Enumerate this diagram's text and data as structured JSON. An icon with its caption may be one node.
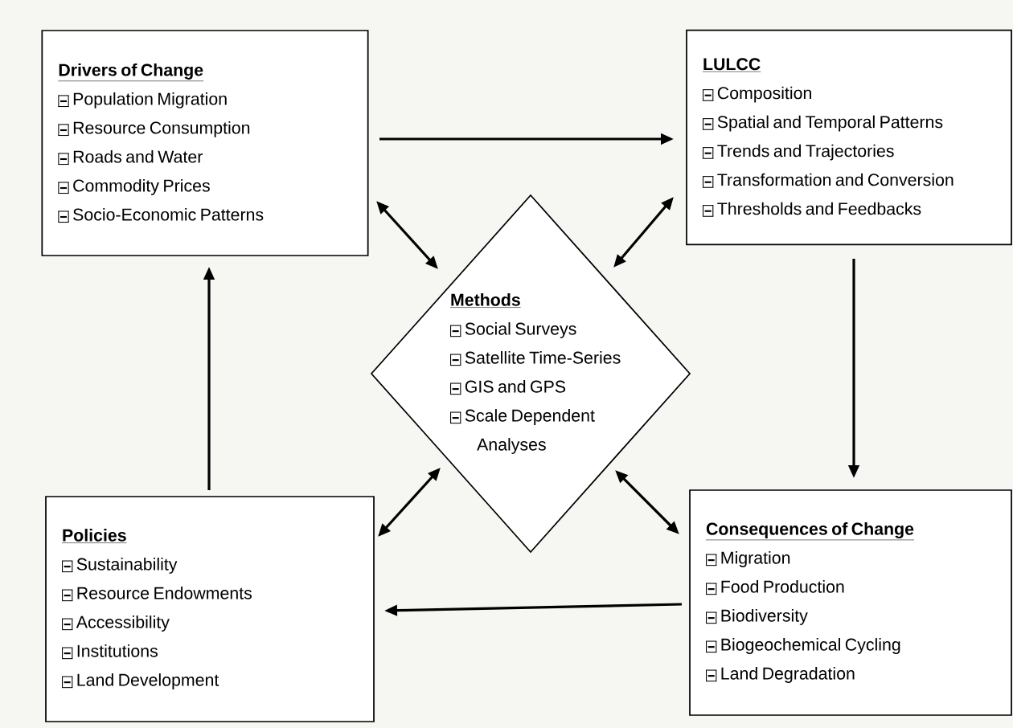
{
  "diagram": {
    "nodes": [
      {
        "text": [
          "Drivers of Change",
          "Population Migration",
          "Resource Consumption",
          "Roads and Water",
          "Commodity Prices",
          "Socio-Economic Patterns"
        ]
      },
      {
        "text": [
          "LULCC",
          "Composition",
          "Spatial and Temporal Patterns",
          "Trends and Trajectories",
          "Transformation and Conversion",
          "Thresholds and Feedbacks"
        ]
      },
      {
        "text": [
          "Methods",
          "Social Surveys",
          "Satellite Time-Series",
          "GIS and GPS",
          "Scale Dependent Analyses"
        ]
      },
      {
        "text": [
          "Policies",
          "Sustainability",
          "Resource Endowments",
          "Accessibility",
          "Institutions",
          "Land Development"
        ]
      },
      {
        "text": [
          "Consequences of Change",
          "Migration",
          "Food Production",
          "Biodiversity",
          "Biogeochemical Cycling",
          "Land Degradation"
        ]
      }
    ],
    "edges": [
      {
        "from": 0,
        "to": 1,
        "arrow": "to"
      },
      {
        "from": 1,
        "to": 4,
        "arrow": "to"
      },
      {
        "from": 4,
        "to": 3,
        "arrow": "to"
      },
      {
        "from": 3,
        "to": 0,
        "arrow": "to"
      },
      {
        "from": 0,
        "to": 2,
        "arrow": "both"
      },
      {
        "from": 1,
        "to": 2,
        "arrow": "both"
      },
      {
        "from": 3,
        "to": 2,
        "arrow": "both"
      },
      {
        "from": 4,
        "to": 2,
        "arrow": "both"
      }
    ]
  }
}
